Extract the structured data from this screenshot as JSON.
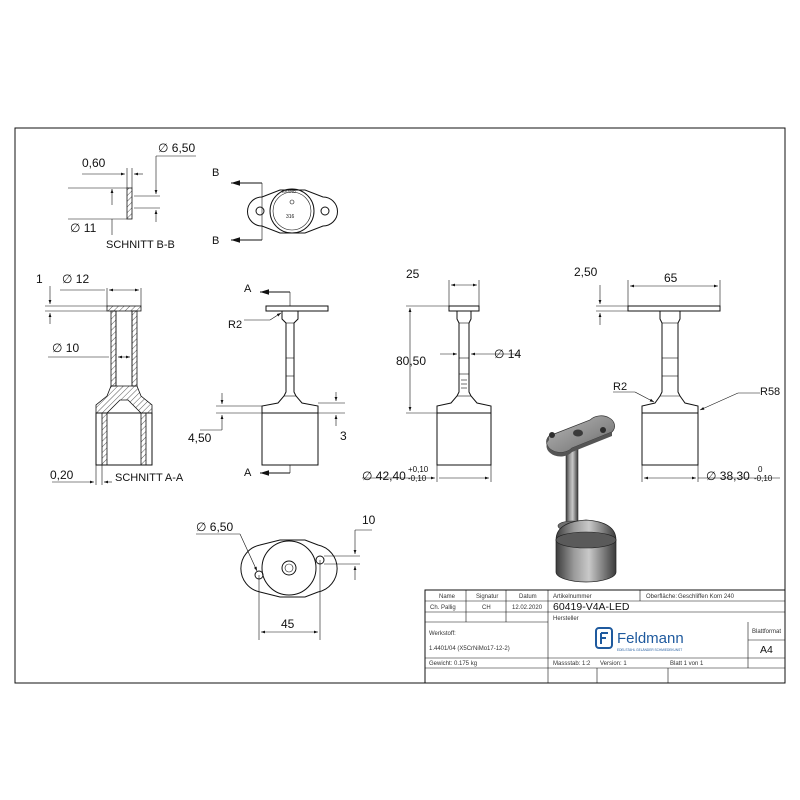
{
  "section_bb": {
    "label": "SCHNITT B-B",
    "dim_diameter_top": "∅ 6,50",
    "dim_thickness": "0,60",
    "dim_diameter_bottom": "∅ 11",
    "cut_mark_top": "B",
    "cut_mark_bottom": "B",
    "plate_marking_1": "BRAND",
    "plate_marking_2": "316"
  },
  "section_aa": {
    "label": "SCHNITT A-A",
    "dim_top": "1",
    "dim_diameter_12": "∅ 12",
    "dim_diameter_10": "∅ 10",
    "dim_bottom": "0,20"
  },
  "front_view": {
    "cut_mark_top": "A",
    "cut_mark_bottom": "A",
    "dim_radius": "R2",
    "dim_height_left": "4,50",
    "dim_height_right": "3"
  },
  "side_view": {
    "dim_width": "25",
    "dim_height": "80,50",
    "dim_diameter_tube": "∅ 14",
    "dim_diameter_base": "∅ 42,40",
    "tol_upper": "+0,10",
    "tol_lower": "-0,10"
  },
  "right_view": {
    "dim_thickness": "2,50",
    "dim_width": "65",
    "dim_radius_small": "R2",
    "dim_radius_large": "R58",
    "dim_diameter_base": "∅ 38,30",
    "tol_upper": "0",
    "tol_lower": "-0,10"
  },
  "top_view": {
    "dim_hole": "∅ 6,50",
    "dim_offset": "10",
    "dim_spacing": "45"
  },
  "title_block": {
    "col_name": "Name",
    "col_signature": "Signatur",
    "col_date": "Datum",
    "row_checked_label": "Ch. Pallig",
    "row_checked_signature": "CH",
    "row_checked_date": "12.02.2020",
    "article_label": "Artikelnummer",
    "article_number": "60419-V4A-LED",
    "surface_label": "Oberfläche:",
    "surface_value": "Geschliffen Korn 240",
    "material_label": "Werkstoff:",
    "material_value": "1.4401/04 (X5CrNiMo17-12-2)",
    "manufacturer_label": "Hersteller",
    "company_name": "Feldmann",
    "company_tagline": "EDELSTAHL GELÄNDER SCHMIEDEKUNST",
    "format_label": "Blattformat",
    "format_value": "A4",
    "weight": "Gewicht: 0.175 kg",
    "scale": "Massstab: 1:2",
    "version": "Version: 1",
    "sheet": "Blatt 1 von 1"
  },
  "colors": {
    "line": "#111111",
    "brand_blue": "#1f5a9e",
    "render_metal": "#7a7a7a"
  }
}
